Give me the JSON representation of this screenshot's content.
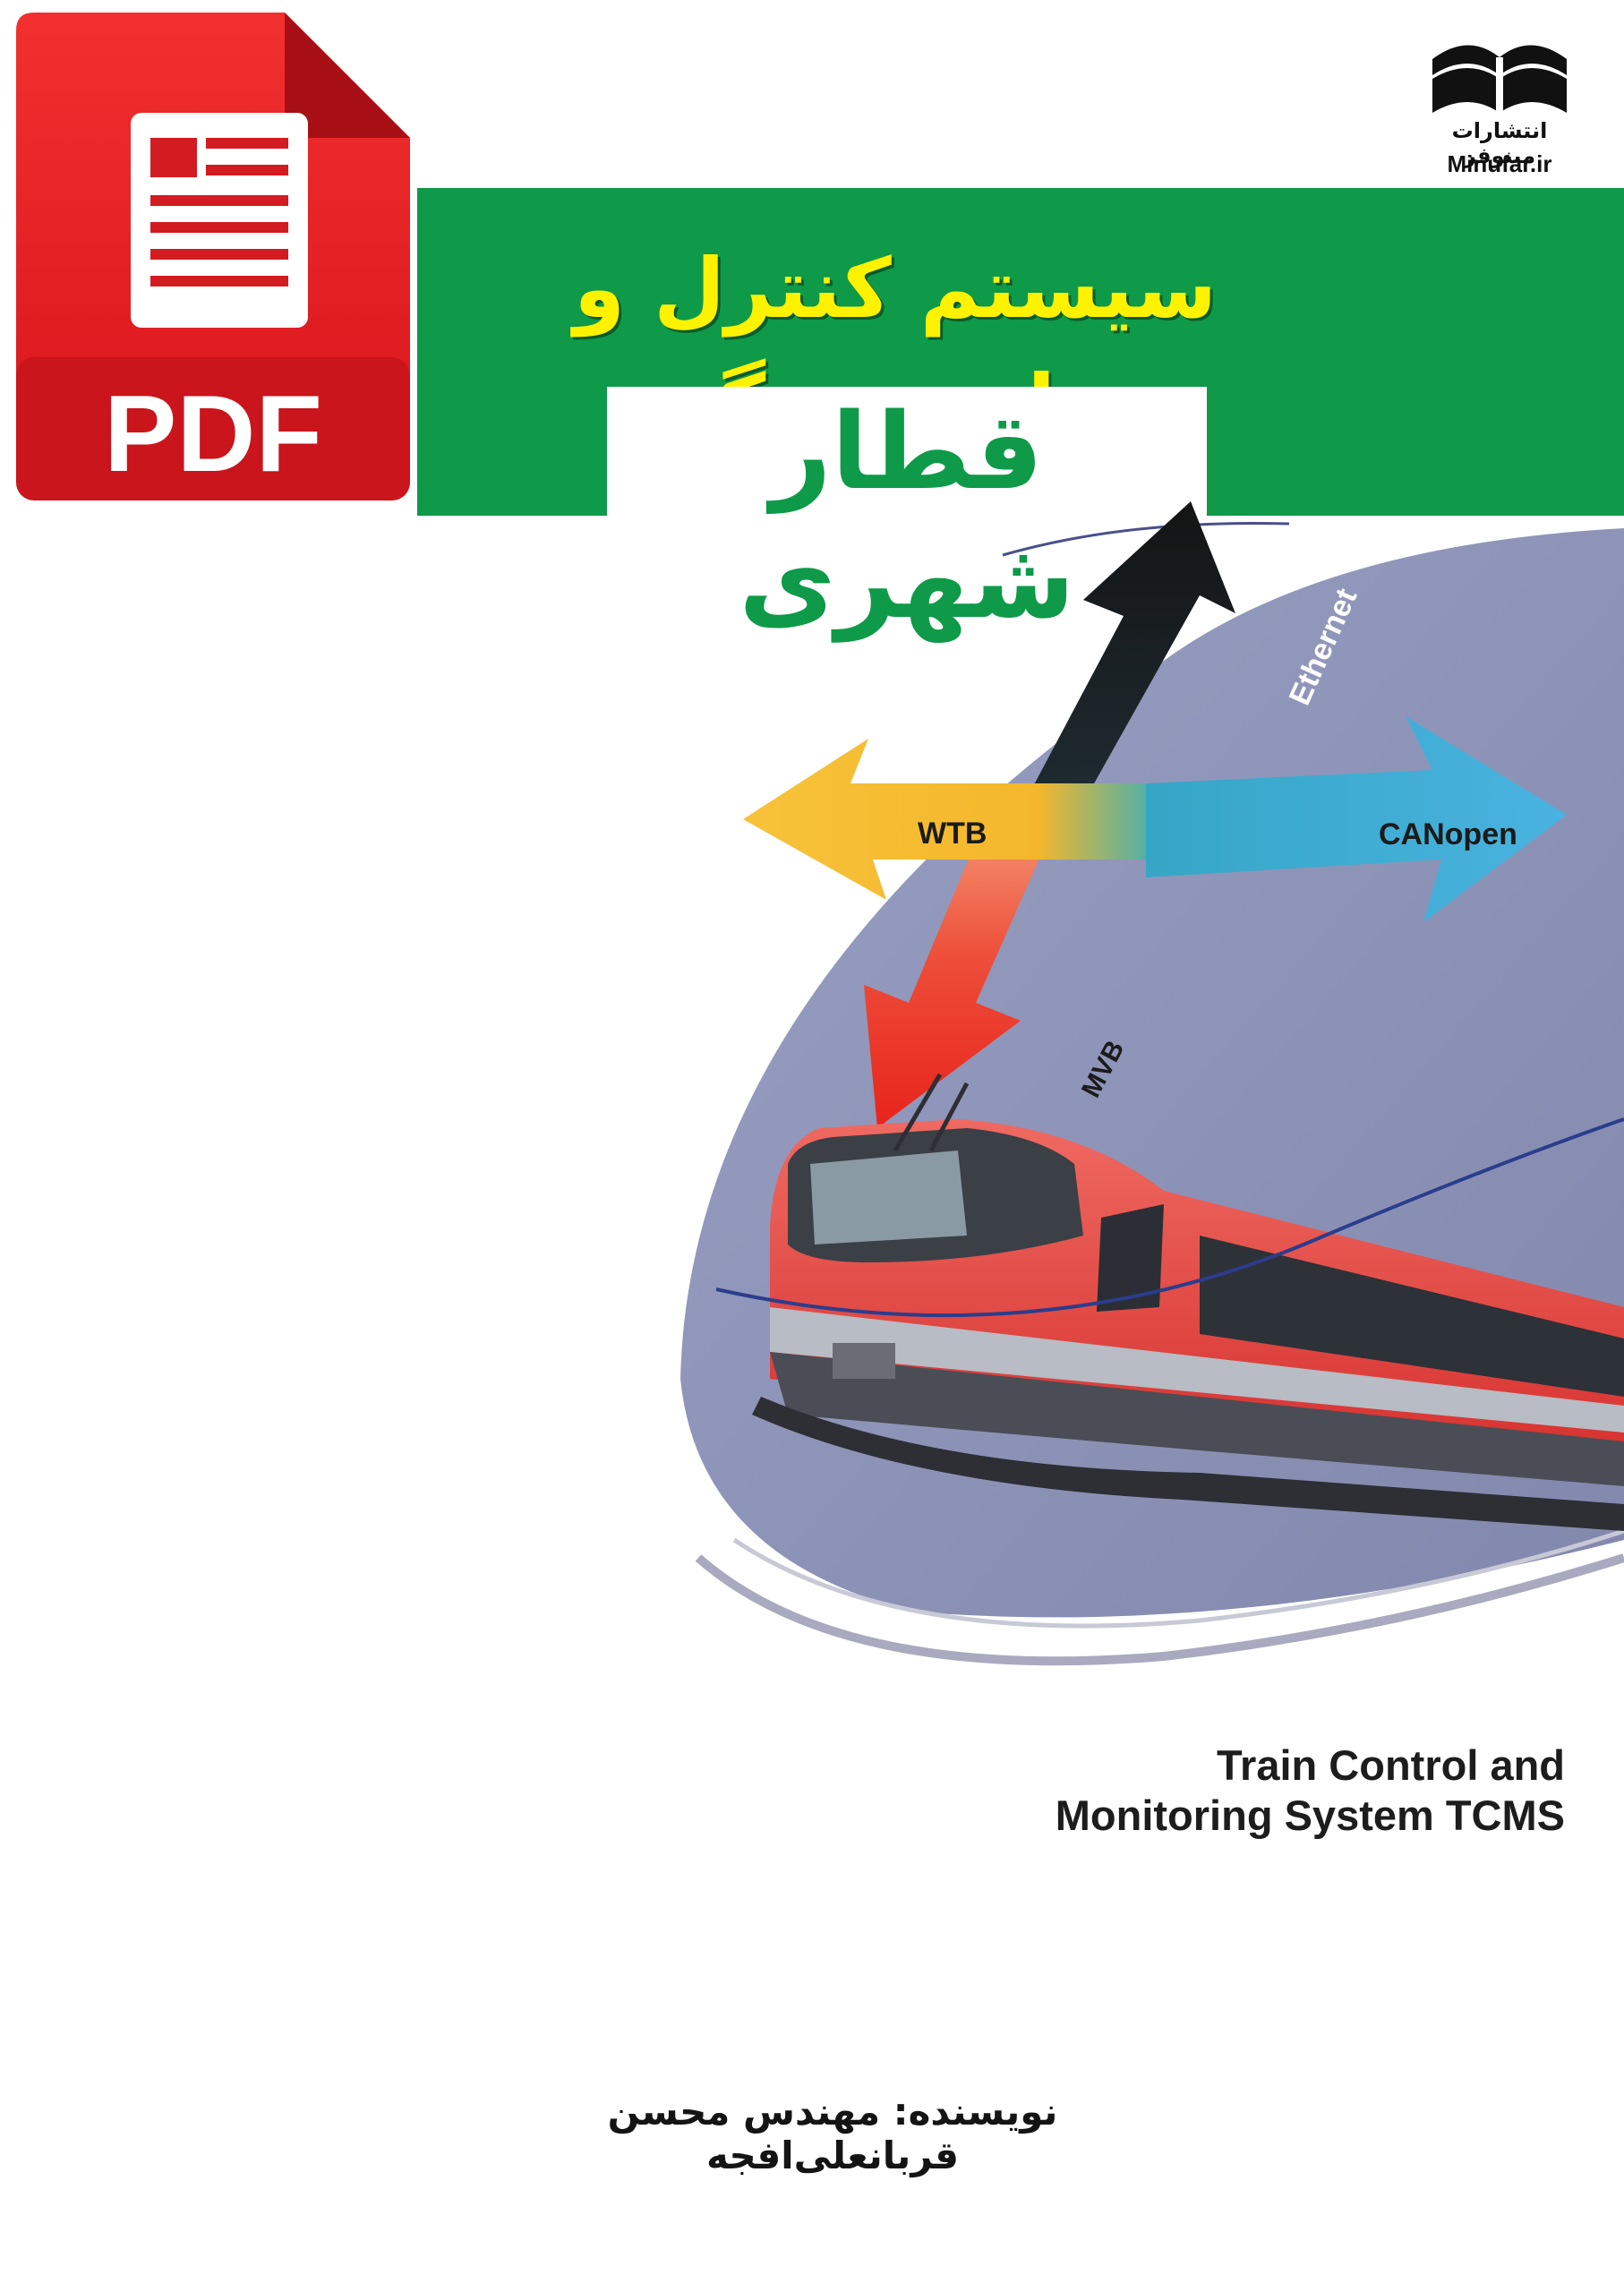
{
  "pdf_badge": {
    "label": "PDF"
  },
  "title": {
    "line1": "سیستم کنترل و مانیتورینگ",
    "line2": "قطار شهری"
  },
  "publisher": {
    "name": "انتشارات مینوفر",
    "website": "Minufar.ir"
  },
  "illustration": {
    "arrows": {
      "top": "Ethernet",
      "left": "WTB",
      "right": "CANopen",
      "bottom": "MVB"
    }
  },
  "subtitle_en": {
    "line1": "Train Control and",
    "line2": "Monitoring System TCMS"
  },
  "author": "نویسنده: مهندس محسن قربانعلی‌افجه",
  "colors": {
    "banner_green": "#0e9a48",
    "title_yellow": "#fff200",
    "pdf_red": "#e31e24",
    "train_red": "#e2403f"
  }
}
